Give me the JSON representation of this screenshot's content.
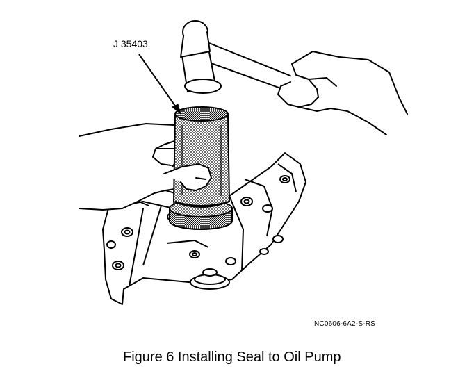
{
  "figure": {
    "tool_label": "J 35403",
    "reference_code": "NC0606-6A2-S-RS",
    "caption": "Figure 6 Installing Seal to Oil Pump"
  }
}
